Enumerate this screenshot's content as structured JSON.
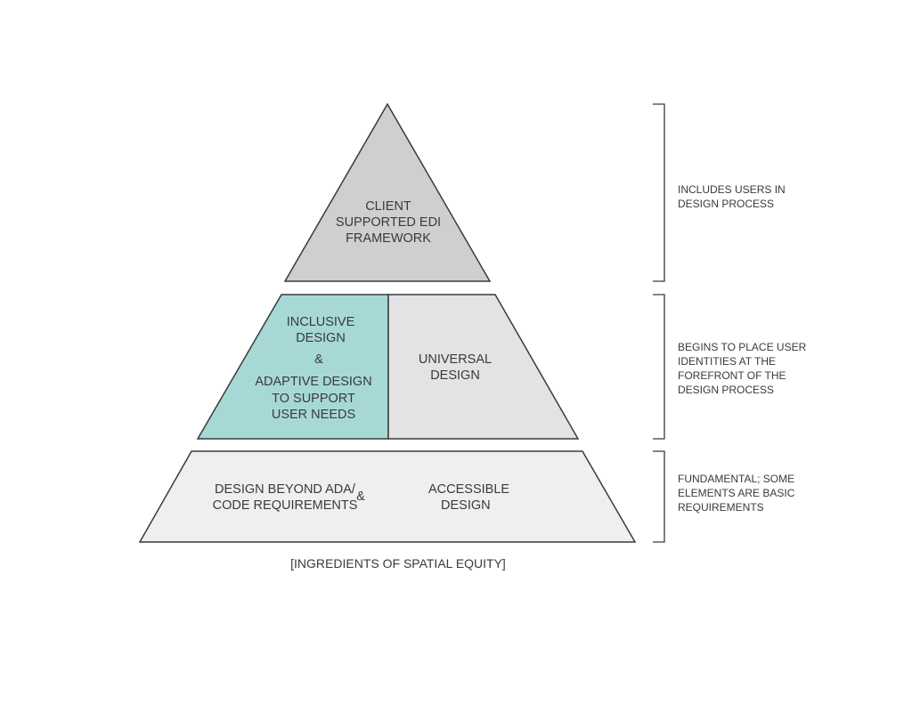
{
  "tiers": {
    "top": {
      "lines": [
        "CLIENT",
        "SUPPORTED EDI",
        "FRAMEWORK"
      ],
      "color": "#cfcfd1"
    },
    "middle_left": {
      "lines": [
        "INCLUSIVE",
        "DESIGN",
        "&",
        "ADAPTIVE DESIGN",
        "TO SUPPORT",
        "USER NEEDS"
      ],
      "color": "#a6d9d6"
    },
    "middle_right": {
      "lines": [
        "UNIVERSAL",
        "DESIGN"
      ],
      "color": "#e3e3e5"
    },
    "bottom": {
      "left_lines": [
        "DESIGN BEYOND ADA/",
        "CODE REQUIREMENTS"
      ],
      "amp": "&",
      "right_lines": [
        "ACCESSIBLE",
        "DESIGN"
      ],
      "color": "#eeeff0"
    }
  },
  "annotations": [
    {
      "lines": [
        "INCLUDES USERS IN",
        "DESIGN PROCESS"
      ]
    },
    {
      "lines": [
        "BEGINS TO PLACE USER",
        "IDENTITIES  AT THE",
        "FOREFRONT OF THE",
        "DESIGN PROCESS"
      ]
    },
    {
      "lines": [
        "FUNDAMENTAL; SOME",
        "ELEMENTS ARE BASIC",
        "REQUIREMENTS"
      ]
    }
  ],
  "caption": "[INGREDIENTS OF SPATIAL EQUITY]"
}
